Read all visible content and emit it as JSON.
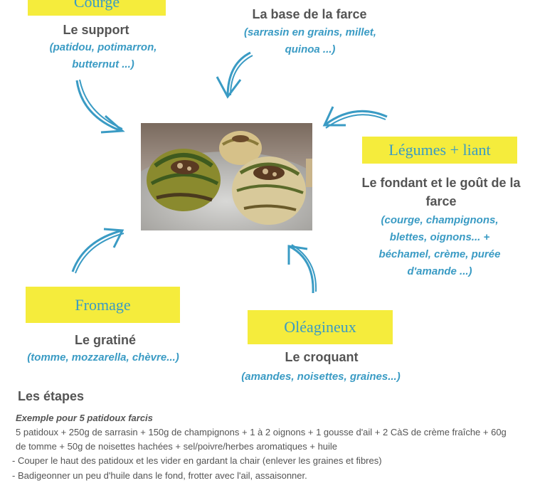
{
  "nodes": {
    "courge": {
      "label": "Courge",
      "title": "Le support",
      "detail": "(patidou, potimarron, butternut ...)"
    },
    "base": {
      "title": "La base de la farce",
      "detail": "(sarrasin en grains, millet, quinoa ...)"
    },
    "legumes": {
      "label": "Légumes + liant",
      "title": "Le fondant et le goût de la farce",
      "detail": "(courge, champignons, blettes, oignons... + béchamel, crème, purée d'amande ...)"
    },
    "fromage": {
      "label": "Fromage",
      "title": "Le gratiné",
      "detail": "(tomme, mozzarella, chèvre...)"
    },
    "oleagineux": {
      "label": "Oléagineux",
      "title": "Le croquant",
      "detail": "(amandes, noisettes, graines...)"
    }
  },
  "steps": {
    "heading": "Les étapes",
    "example_title": "Exemple pour 5 patidoux farcis",
    "ingredients": "5 patidoux + 250g de sarrasin + 150g de champignons + 1 à 2 oignons + 1 gousse d'ail + 2 CàS de crème fraîche + 60g de tomme + 50g de noisettes hachées + sel/poivre/herbes aromatiques + huile",
    "items": [
      "- Couper le haut des patidoux et les vider en gardant la chair (enlever les graines et fibres)",
      "- Badigeonner un peu d'huile dans le fond, frotter avec l'ail, assaisonner."
    ]
  },
  "colors": {
    "accent_blue": "#3a9bc4",
    "label_yellow": "#f5ec3c",
    "text_gray": "#545454"
  }
}
